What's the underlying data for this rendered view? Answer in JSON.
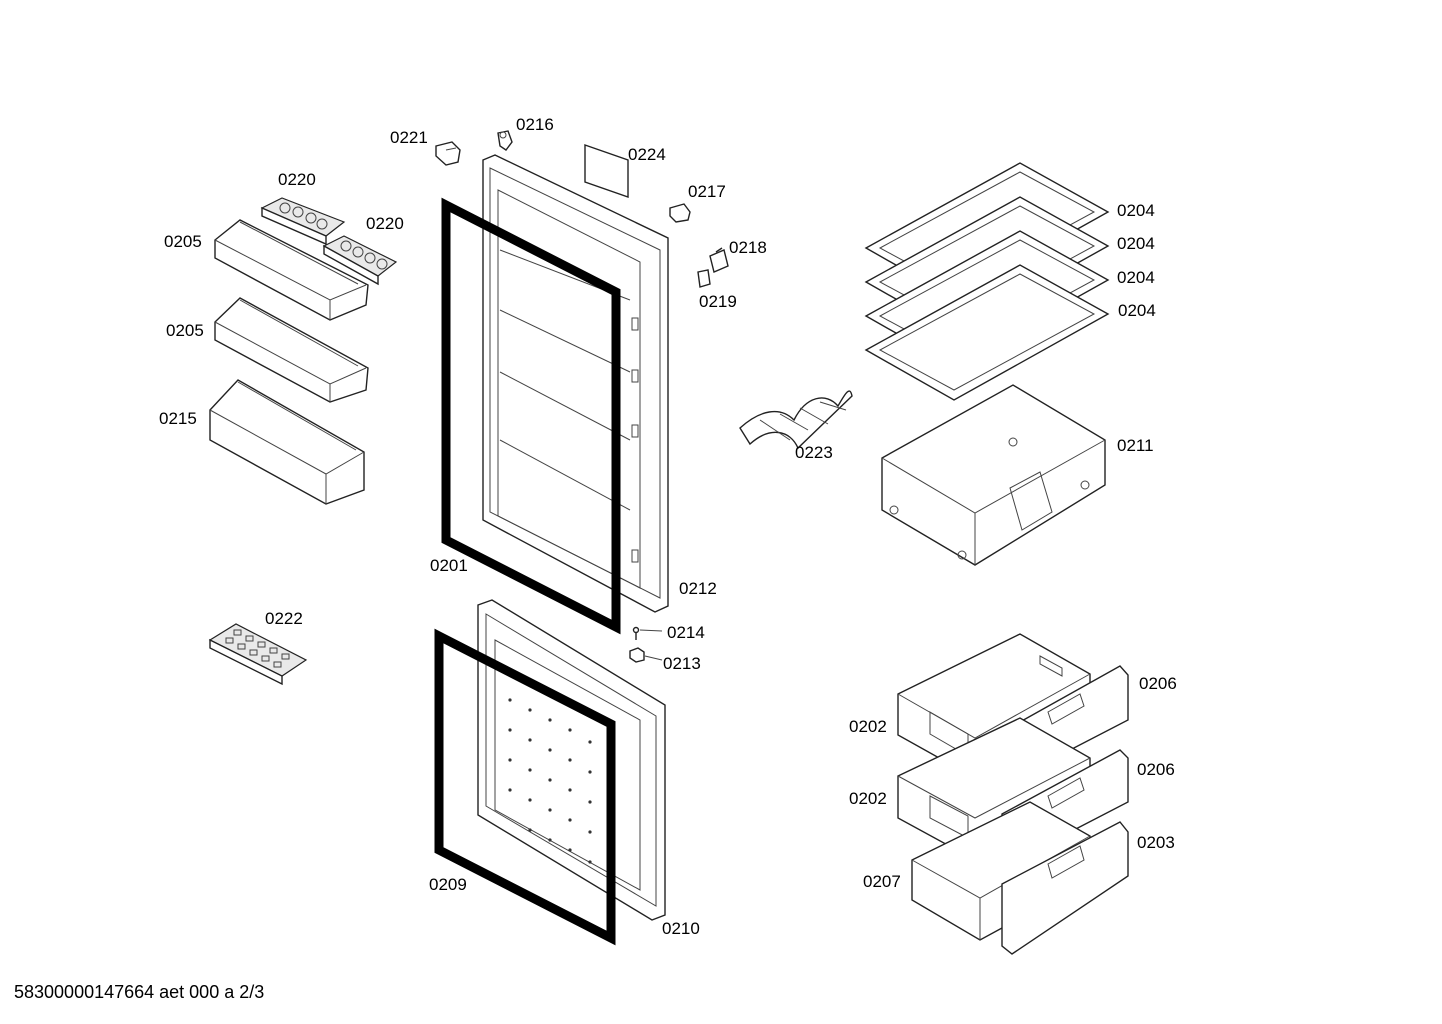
{
  "footer_text": "58300000147664 aet 000 a 2/3",
  "labels": {
    "l0221": "0221",
    "l0216": "0216",
    "l0224": "0224",
    "l0217": "0217",
    "l0218": "0218",
    "l0219": "0219",
    "l0220a": "0220",
    "l0220b": "0220",
    "l0205a": "0205",
    "l0205b": "0205",
    "l0215": "0215",
    "l0201": "0201",
    "l0212": "0212",
    "l0222": "0222",
    "l0214": "0214",
    "l0213": "0213",
    "l0209": "0209",
    "l0210": "0210",
    "l0204a": "0204",
    "l0204b": "0204",
    "l0204c": "0204",
    "l0204d": "0204",
    "l0223": "0223",
    "l0211": "0211",
    "l0206a": "0206",
    "l0206b": "0206",
    "l0202a": "0202",
    "l0202b": "0202",
    "l0203": "0203",
    "l0207": "0207"
  }
}
